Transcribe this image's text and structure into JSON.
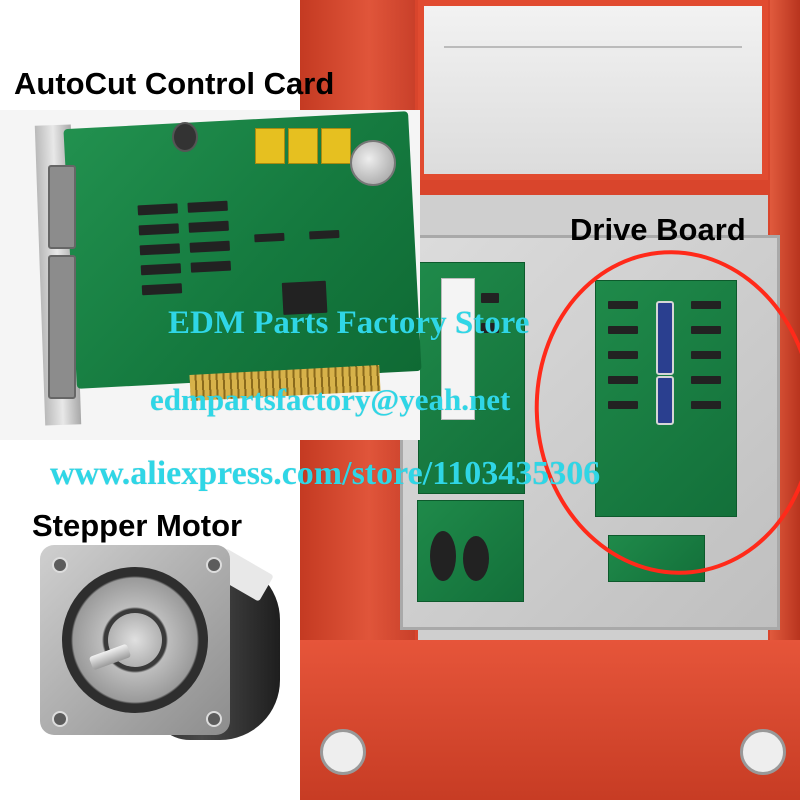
{
  "labels": {
    "control_card": "AutoCut Control Card",
    "drive_board": "Drive Board",
    "stepper_motor": "Stepper Motor"
  },
  "watermark": {
    "store_name": "EDM Parts Factory Store",
    "email": "edmpartsfactory@yeah.net",
    "url": "www.aliexpress.com/store/1103435306"
  },
  "colors": {
    "watermark": "#2fd6e6",
    "highlight_circle": "#ff2a1a",
    "cabinet": "#d9452c",
    "pcb": "#1f8a4a"
  }
}
